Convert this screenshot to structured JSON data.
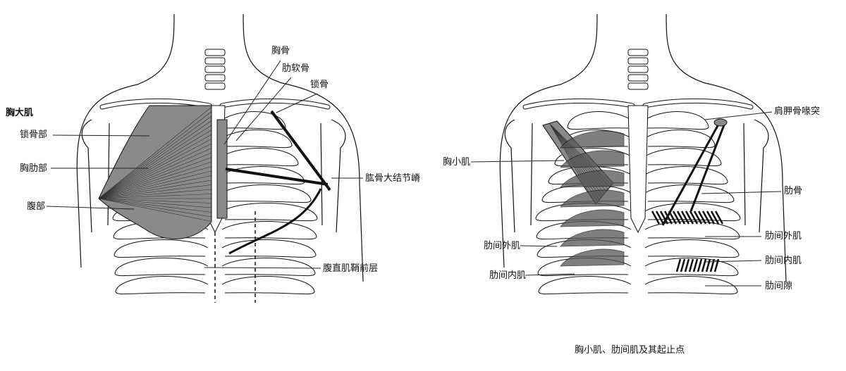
{
  "left_figure": {
    "title": "胸大肌",
    "labels": {
      "clavicular_part": "锁骨部",
      "sternocostal_part": "胸肋部",
      "abdominal_part": "腹部",
      "sternum": "胸骨",
      "costal_cartilage": "肋软骨",
      "clavicle": "锁骨",
      "crest_greater_tubercle": "肱骨大结节嵴",
      "rectus_sheath_anterior": "腹直肌鞘前层"
    }
  },
  "right_figure": {
    "labels": {
      "coracoid_process": "肩胛骨喙突",
      "pectoralis_minor": "胸小肌",
      "rib": "肋骨",
      "external_intercostal_right": "肋间外肌",
      "internal_intercostal_right": "肋间内肌",
      "intercostal_space": "肋间隙",
      "external_intercostal_left": "肋间外肌",
      "internal_intercostal_left": "肋间内肌"
    },
    "caption": "胸小肌、肋间肌及其起止点"
  },
  "colors": {
    "muscle": "#8a8a8a",
    "muscle_dark": "#555555",
    "line": "#111111"
  }
}
